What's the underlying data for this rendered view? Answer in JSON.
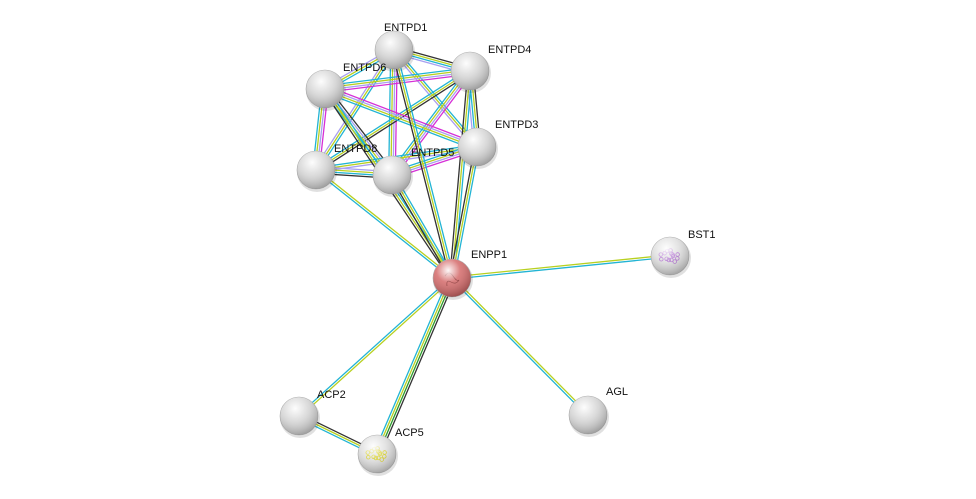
{
  "evidence_colors": {
    "experiments": "#d62fd6",
    "databases": "#22b4d4",
    "textmining": "#b8d020",
    "coexpression": "#333333",
    "homology": "#a8a0f0",
    "neighborhood": "#2a9a2a"
  },
  "nodes": [
    {
      "id": "ENTPD1",
      "label": "ENTPD1",
      "color": "#d8d8d8"
    },
    {
      "id": "ENTPD4",
      "label": "ENTPD4",
      "color": "#d8d8d8"
    },
    {
      "id": "ENTPD6",
      "label": "ENTPD6",
      "color": "#d8d8d8"
    },
    {
      "id": "ENTPD3",
      "label": "ENTPD3",
      "color": "#d8d8d8"
    },
    {
      "id": "ENTPD8",
      "label": "ENTPD8",
      "color": "#d8d8d8"
    },
    {
      "id": "ENTPD5",
      "label": "ENTPD5",
      "color": "#d8d8d8"
    },
    {
      "id": "ENPP1",
      "label": "ENPP1",
      "color": "#d46a6a",
      "query": true
    },
    {
      "id": "BST1",
      "label": "BST1",
      "color": "#e0e0e0",
      "structure": "#b070d0"
    },
    {
      "id": "ACP2",
      "label": "ACP2",
      "color": "#d8d8d8"
    },
    {
      "id": "ACP5",
      "label": "ACP5",
      "color": "#e0e0e0",
      "structure": "#d8d020"
    },
    {
      "id": "AGL",
      "label": "AGL",
      "color": "#d8d8d8"
    }
  ],
  "edges": [
    [
      "ENTPD1",
      "ENTPD4",
      [
        "coexpression",
        "textmining",
        "databases",
        "homology"
      ]
    ],
    [
      "ENTPD1",
      "ENTPD6",
      [
        "databases",
        "textmining",
        "homology"
      ]
    ],
    [
      "ENTPD1",
      "ENTPD3",
      [
        "databases",
        "textmining",
        "homology"
      ]
    ],
    [
      "ENTPD1",
      "ENTPD8",
      [
        "databases",
        "textmining",
        "homology"
      ]
    ],
    [
      "ENTPD1",
      "ENTPD5",
      [
        "experiments",
        "homology",
        "textmining",
        "databases"
      ]
    ],
    [
      "ENTPD4",
      "ENTPD6",
      [
        "experiments",
        "homology",
        "textmining",
        "databases"
      ]
    ],
    [
      "ENTPD4",
      "ENTPD3",
      [
        "coexpression",
        "textmining",
        "databases",
        "homology"
      ]
    ],
    [
      "ENTPD4",
      "ENTPD8",
      [
        "coexpression",
        "textmining",
        "databases"
      ]
    ],
    [
      "ENTPD4",
      "ENTPD5",
      [
        "experiments",
        "homology",
        "textmining",
        "databases"
      ]
    ],
    [
      "ENTPD6",
      "ENTPD3",
      [
        "experiments",
        "homology",
        "textmining",
        "databases"
      ]
    ],
    [
      "ENTPD6",
      "ENTPD8",
      [
        "experiments",
        "homology",
        "textmining",
        "databases"
      ]
    ],
    [
      "ENTPD6",
      "ENTPD5",
      [
        "coexpression",
        "homology",
        "textmining",
        "databases"
      ]
    ],
    [
      "ENTPD3",
      "ENTPD8",
      [
        "homology",
        "textmining",
        "databases"
      ]
    ],
    [
      "ENTPD3",
      "ENTPD5",
      [
        "experiments",
        "homology",
        "textmining",
        "databases"
      ]
    ],
    [
      "ENTPD8",
      "ENTPD5",
      [
        "homology",
        "textmining",
        "databases",
        "coexpression"
      ]
    ],
    [
      "ENPP1",
      "ENTPD1",
      [
        "coexpression",
        "textmining",
        "databases"
      ]
    ],
    [
      "ENPP1",
      "ENTPD4",
      [
        "coexpression",
        "textmining",
        "databases"
      ]
    ],
    [
      "ENPP1",
      "ENTPD6",
      [
        "coexpression",
        "textmining",
        "databases"
      ]
    ],
    [
      "ENPP1",
      "ENTPD3",
      [
        "coexpression",
        "textmining",
        "databases"
      ]
    ],
    [
      "ENPP1",
      "ENTPD8",
      [
        "databases",
        "textmining"
      ]
    ],
    [
      "ENPP1",
      "ENTPD5",
      [
        "coexpression",
        "textmining",
        "databases"
      ]
    ],
    [
      "ENPP1",
      "BST1",
      [
        "textmining",
        "databases"
      ]
    ],
    [
      "ENPP1",
      "ACP2",
      [
        "textmining",
        "databases"
      ]
    ],
    [
      "ENPP1",
      "ACP5",
      [
        "coexpression",
        "neighborhood",
        "textmining",
        "databases"
      ]
    ],
    [
      "ENPP1",
      "AGL",
      [
        "textmining",
        "databases"
      ]
    ],
    [
      "ACP2",
      "ACP5",
      [
        "coexpression",
        "textmining",
        "databases"
      ]
    ]
  ]
}
